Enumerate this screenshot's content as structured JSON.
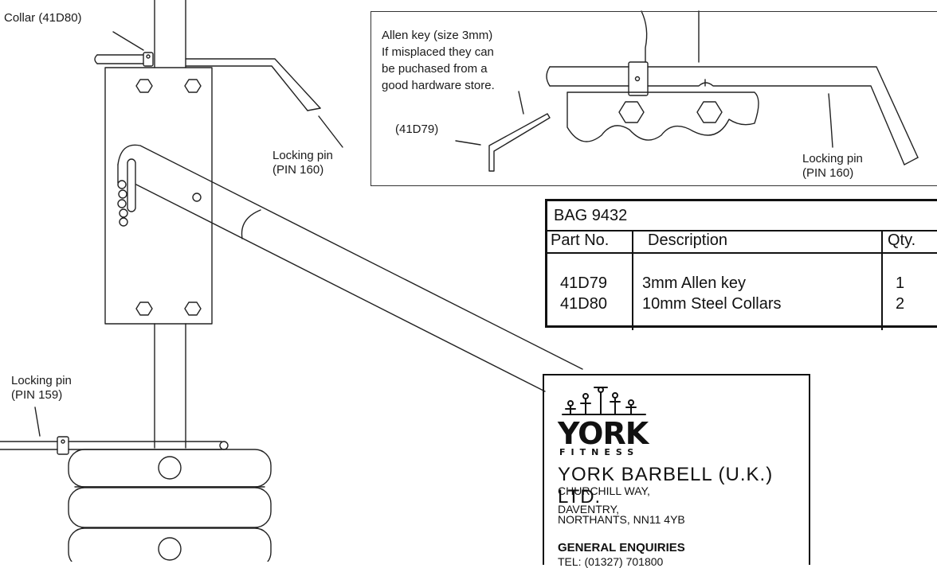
{
  "labels": {
    "collar": "Collar (41D80)",
    "locking_pin_160": [
      "Locking pin",
      "(PIN 160)"
    ],
    "locking_pin_159": [
      "Locking pin",
      "(PIN 159)"
    ]
  },
  "inset": {
    "allen_note": [
      "Allen key (size 3mm)",
      "If misplaced they can",
      "be puchased from a",
      "good hardware store."
    ],
    "allen_part": "(41D79)",
    "locking_pin": [
      "Locking pin",
      "(PIN 160)"
    ]
  },
  "parts_table": {
    "title": "BAG 9432",
    "headers": [
      "Part No.",
      "Description",
      "Qty."
    ],
    "rows": [
      {
        "part": "41D79",
        "description": "3mm Allen key",
        "qty": "1"
      },
      {
        "part": "41D80",
        "description": "10mm Steel Collars",
        "qty": "2"
      }
    ]
  },
  "company": {
    "logo_text": "YORK",
    "logo_subtext": "FITNESS",
    "name": "YORK BARBELL (U.K.) LTD.",
    "address": [
      "CHURCHILL WAY,",
      "DAVENTRY,",
      "NORTHANTS, NN11 4YB"
    ],
    "enquiries_heading": "GENERAL ENQUIRIES",
    "telephone": "TEL: (01327) 701800"
  }
}
